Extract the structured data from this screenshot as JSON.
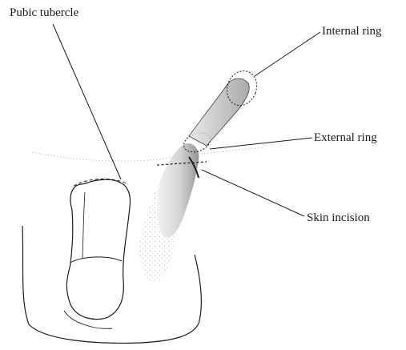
{
  "figure": {
    "labels": {
      "pubic_tubercle": "Pubic tubercle",
      "internal_ring": "Internal ring",
      "external_ring": "External ring",
      "skin_incision": "Skin incision"
    },
    "colors": {
      "ink": "#1a1a1a",
      "stipple": "#bdbdbd",
      "background": "#ffffff"
    }
  }
}
